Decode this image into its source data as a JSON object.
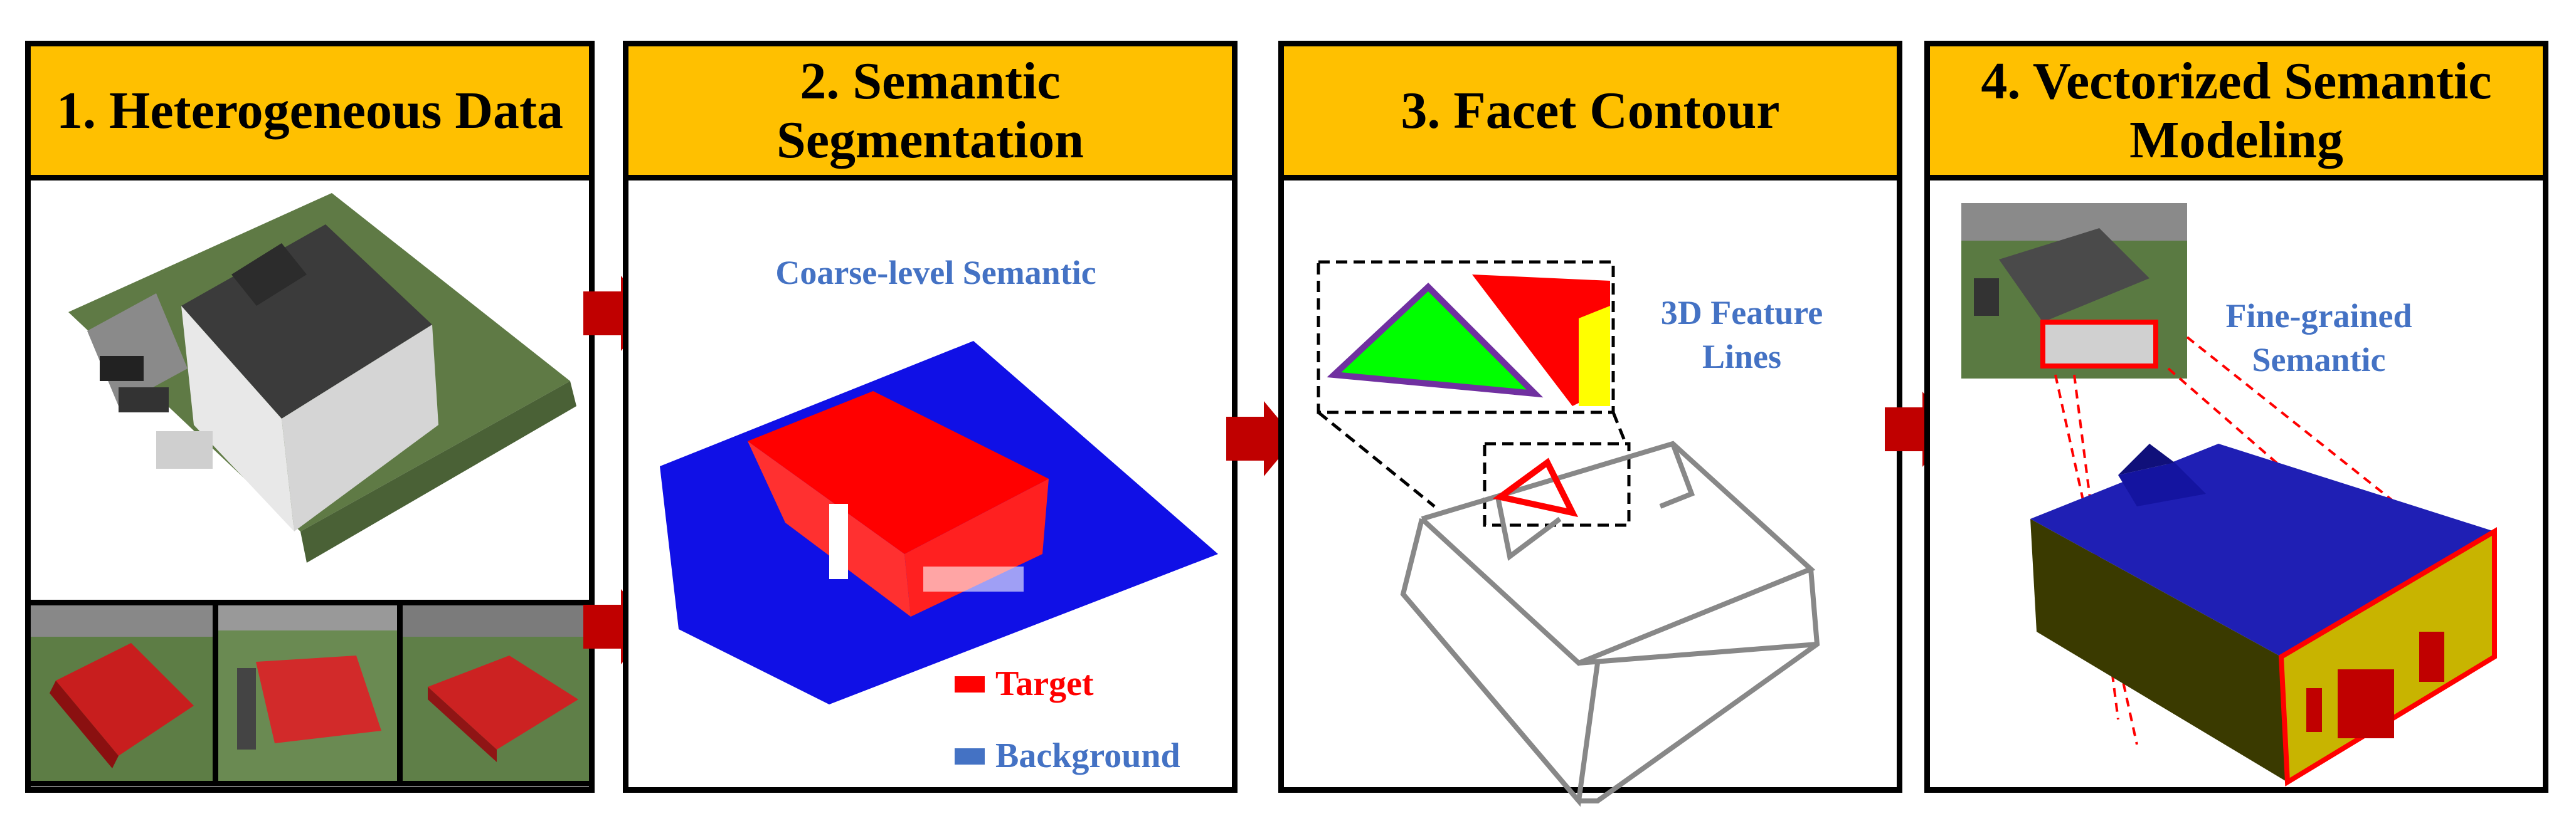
{
  "panels": {
    "p1": {
      "title": "1. Heterogeneous Data"
    },
    "p2": {
      "title_line1": "2. Semantic",
      "title_line2": "Segmentation",
      "coarse_label": "Coarse-level Semantic",
      "legend": [
        {
          "label": "Target",
          "color": "#FF0000"
        },
        {
          "label": "Background",
          "color": "#4472C4"
        }
      ]
    },
    "p3": {
      "title": "3. Facet Contour",
      "feature_line1": "3D Feature",
      "feature_line2": "Lines"
    },
    "p4": {
      "title_line1": "4. Vectorized Semantic",
      "title_line2": "Modeling",
      "fine_line1": "Fine-grained",
      "fine_line2": "Semantic"
    }
  },
  "colors": {
    "header": "#FFC000",
    "arrow": "#C00000",
    "target": "#FF0000",
    "background": "#4472C4",
    "roof_blue": "#1F1FB4",
    "wall_yellow": "#C8B400",
    "facet_green": "#00FF00"
  }
}
